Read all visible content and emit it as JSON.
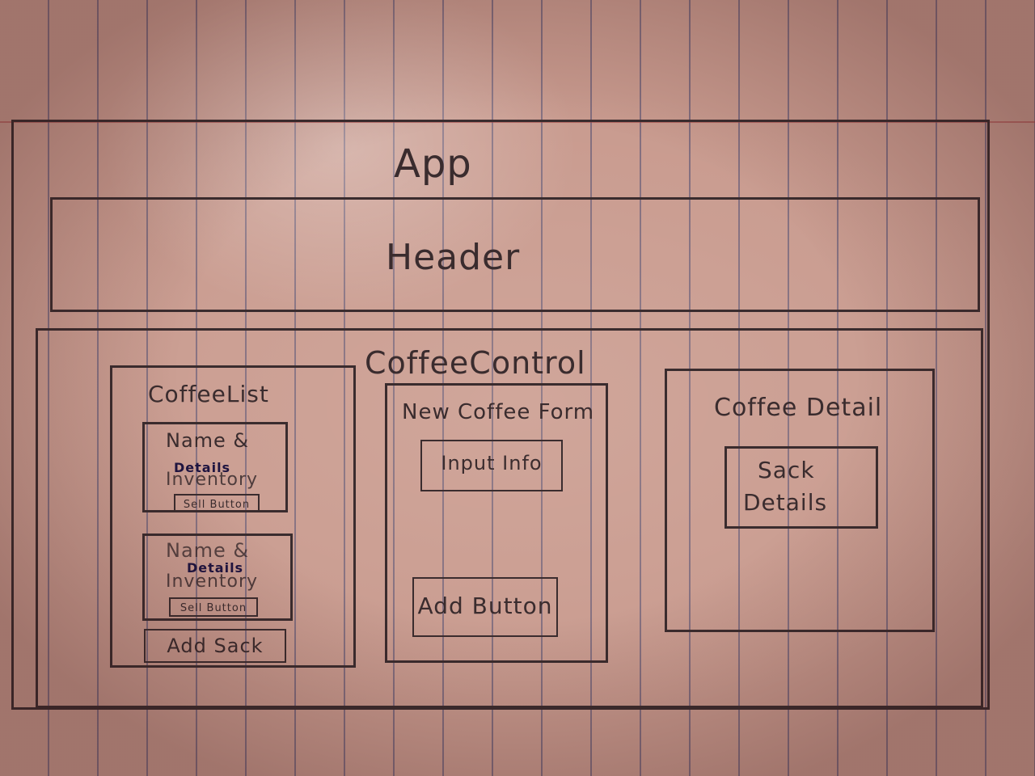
{
  "app": {
    "label": "App"
  },
  "header": {
    "label": "Header"
  },
  "coffee_control": {
    "label": "CoffeeControl"
  },
  "coffee_list": {
    "label": "CoffeeList",
    "items": [
      {
        "name_line1": "Name &",
        "name_line2": "Inventory",
        "details": "Details",
        "sell_button": "Sell Button"
      },
      {
        "name_line1": "Name &",
        "name_line2": "Inventory",
        "details": "Details",
        "sell_button": "Sell Button"
      }
    ],
    "add_button": "Add Sack"
  },
  "new_coffee_form": {
    "label": "New Coffee Form",
    "input": "Input Info",
    "add_button": "Add Button"
  },
  "coffee_detail": {
    "label": "Coffee Detail",
    "sack_line1": "Sack",
    "sack_line2": "Details"
  },
  "colors": {
    "paper": "#c89a8e",
    "pencil": "#3a2c2e",
    "ink": "#1e1440"
  }
}
